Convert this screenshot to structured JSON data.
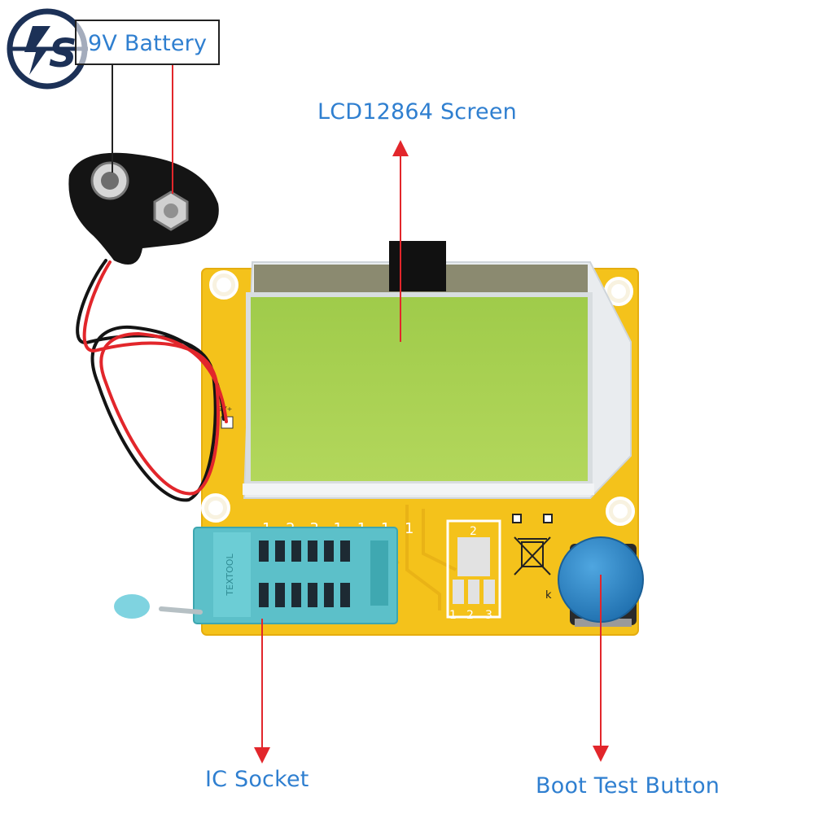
{
  "labels": {
    "battery": "9V Battery",
    "lcd": "LCD12864 Screen",
    "ic_socket": "IC Socket",
    "boot_button": "Boot Test Button"
  },
  "logo": {
    "letters": "S"
  },
  "pcb": {
    "pin_numbers": "1 2 3 1 1 1 1",
    "transistor_pins": [
      "1",
      "2",
      "3"
    ],
    "transistor_top": "2",
    "socket_text": "TEXTOOL",
    "button_k": "k",
    "power_label": "9V+"
  },
  "colors": {
    "label_blue": "#2f7fd0",
    "arrow_red": "#e2262b",
    "pcb_yellow": "#f4c21b",
    "lcd_green": "#a4cf4e",
    "socket_teal": "#5cc0c9",
    "button_blue": "#2f86c8",
    "logo_navy": "#1c3157"
  }
}
